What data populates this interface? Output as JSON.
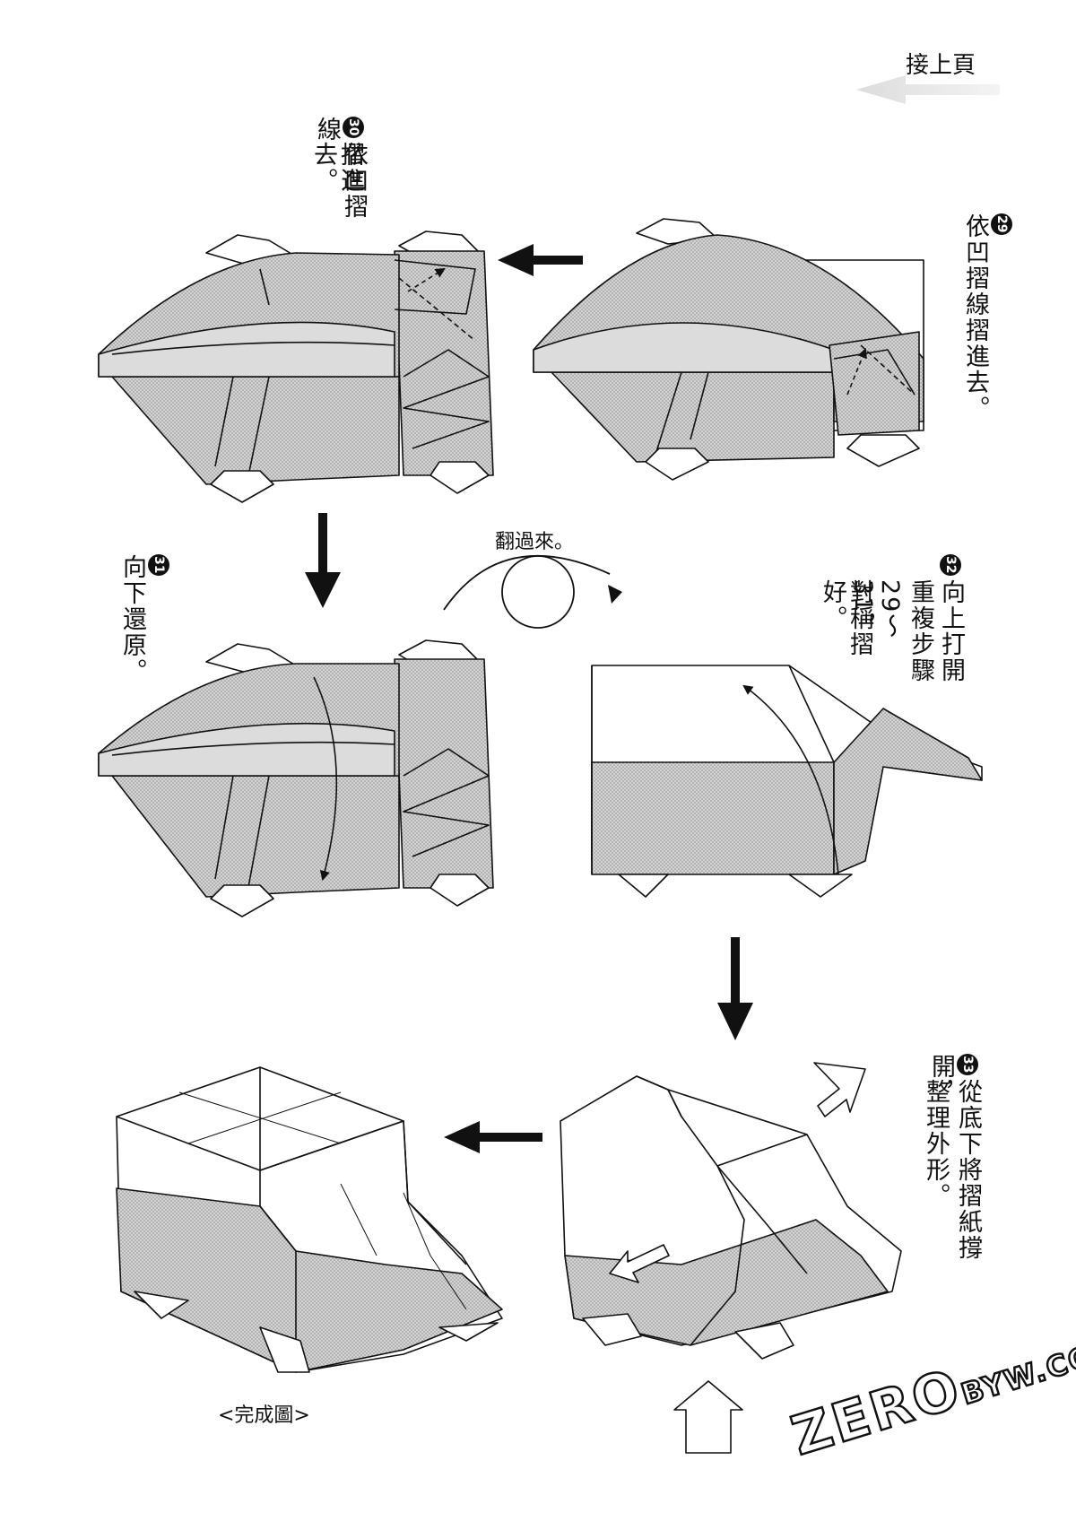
{
  "header": {
    "continue_label": "接上頁"
  },
  "steps": [
    {
      "number": "29",
      "lines": [
        "依凹摺線摺進去。"
      ]
    },
    {
      "number": "30",
      "lines": [
        "依凹摺線",
        "摺進去。"
      ]
    },
    {
      "number": "31",
      "lines": [
        "向下還原。"
      ]
    },
    {
      "number": "32",
      "lines": [
        "向上打開",
        "重複步驟",
        "29～31，",
        "對稱摺好。"
      ],
      "inline_refs": [
        "29",
        "31"
      ]
    },
    {
      "number": "33",
      "lines": [
        "從底下將摺紙撐開，",
        "整理外形。"
      ]
    }
  ],
  "flip_label": "翻過來。",
  "finished_label": "<完成圖>",
  "watermark": {
    "main": "ZERO",
    "suffix": "BYW.COM"
  },
  "colors": {
    "ink": "#111111",
    "shade": "#c8c8c8",
    "light_arrow": "#d6d6d6",
    "paper": "#ffffff"
  }
}
